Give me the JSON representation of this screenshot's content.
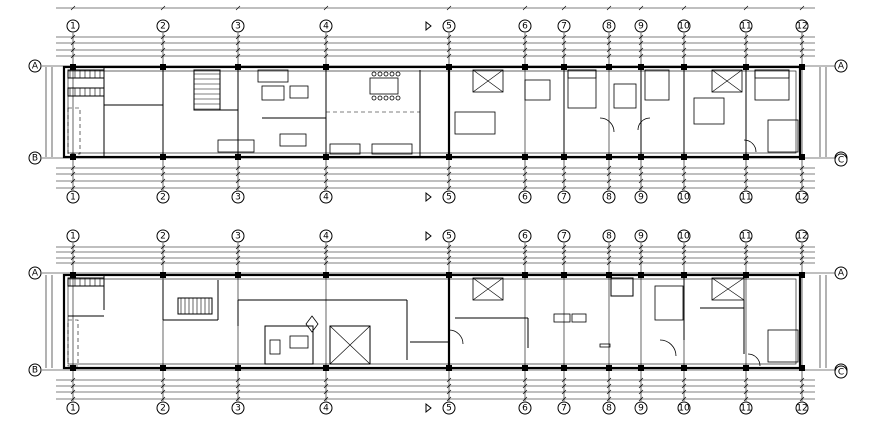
{
  "drawing": {
    "plans": [
      {
        "key": "upper",
        "column_grid": [
          "1",
          "2",
          "3",
          "4",
          "5",
          "6",
          "7",
          "8",
          "9",
          "10",
          "11",
          "12"
        ],
        "row_grid": [
          "A",
          "B",
          "C"
        ]
      },
      {
        "key": "lower",
        "column_grid": [
          "1",
          "2",
          "3",
          "4",
          "5",
          "6",
          "7",
          "8",
          "9",
          "10",
          "11",
          "12"
        ],
        "row_grid": [
          "A",
          "B",
          "C"
        ]
      }
    ]
  }
}
